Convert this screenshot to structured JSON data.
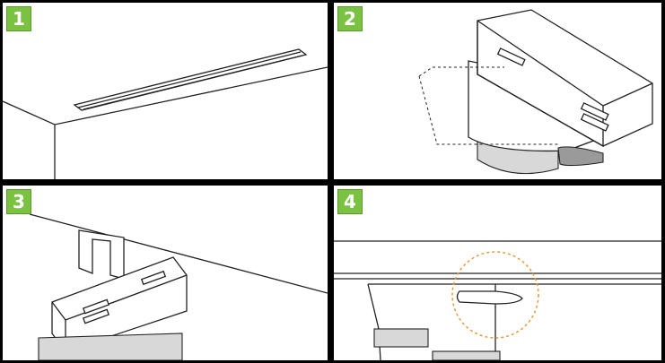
{
  "panels": [
    {
      "number": "1",
      "label": "step-1-recessed-track"
    },
    {
      "number": "2",
      "label": "step-2-adapter-contacts"
    },
    {
      "number": "3",
      "label": "step-3-insert-adapter"
    },
    {
      "number": "4",
      "label": "step-4-lock-lever"
    }
  ],
  "colors": {
    "badge": "#7cc242",
    "highlight_circle": "#e69a3c",
    "border": "#000000"
  }
}
